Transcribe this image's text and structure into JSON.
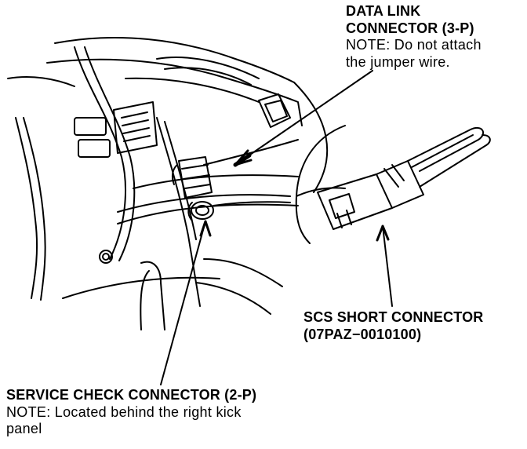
{
  "labels": {
    "data_link": {
      "title_line1": "DATA LINK",
      "title_line2": "CONNECTOR (3-P)",
      "note_line1": "NOTE: Do not attach",
      "note_line2": "the jumper wire."
    },
    "scs_short": {
      "title_line1": "SCS SHORT CONNECTOR",
      "title_line2": "(07PAZ−0010100)"
    },
    "service_check": {
      "title_line1": "SERVICE CHECK CONNECTOR (2-P)",
      "note_line1": "NOTE: Located behind the right kick",
      "note_line2": "panel"
    }
  },
  "colors": {
    "ink": "#000000",
    "paper": "#ffffff"
  }
}
